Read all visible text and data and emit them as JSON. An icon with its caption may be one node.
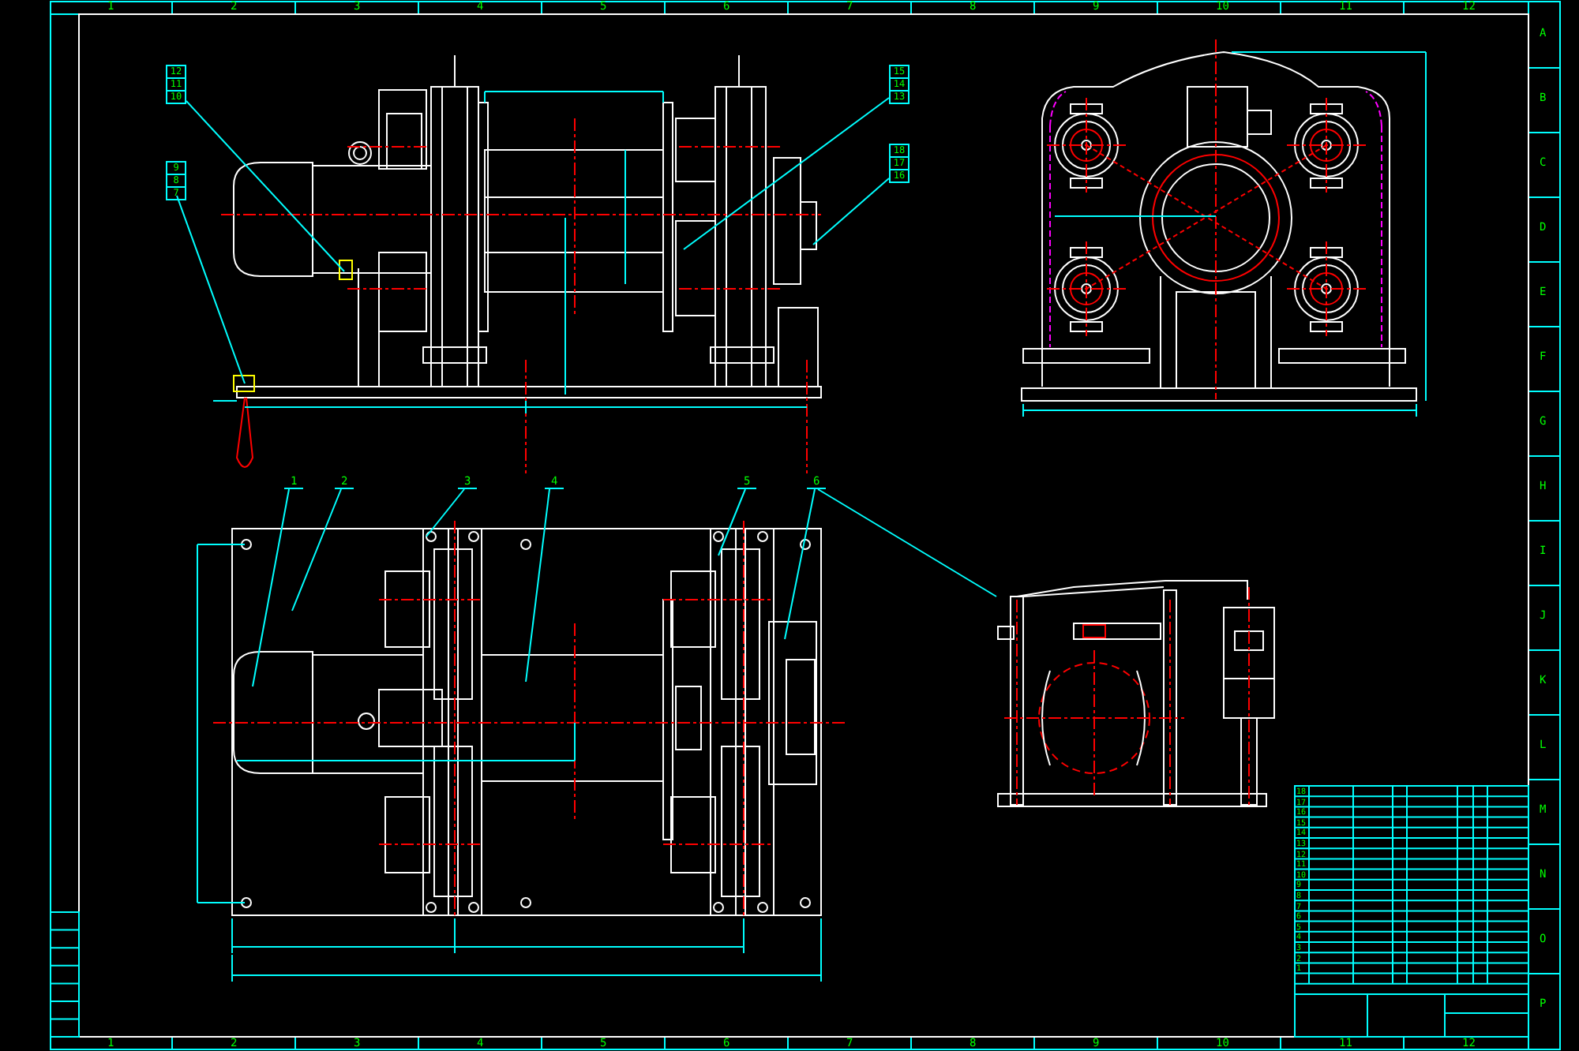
{
  "diagram": {
    "nodes": [
      {
        "text": [
          "12",
          "11",
          "10"
        ]
      },
      {
        "text": [
          "9",
          "8",
          "7"
        ]
      },
      {
        "text": [
          "15",
          "14",
          "13"
        ]
      },
      {
        "text": [
          "18",
          "17",
          "16"
        ]
      },
      {
        "text": [
          "1"
        ]
      },
      {
        "text": [
          "2"
        ]
      },
      {
        "text": [
          "3"
        ]
      },
      {
        "text": [
          "4"
        ]
      },
      {
        "text": [
          "5"
        ]
      },
      {
        "text": [
          "6"
        ]
      },
      {
        "text": [],
        "shape": "picture"
      }
    ],
    "edges": [
      {
        "from": 0,
        "to": null,
        "arrow": "none"
      },
      {
        "from": 1,
        "to": null,
        "arrow": "none"
      },
      {
        "from": 2,
        "to": null,
        "arrow": "none"
      },
      {
        "from": 3,
        "to": null,
        "arrow": "none"
      },
      {
        "from": 4,
        "to": null,
        "arrow": "none"
      },
      {
        "from": 5,
        "to": null,
        "arrow": "none"
      },
      {
        "from": 6,
        "to": null,
        "arrow": "none"
      },
      {
        "from": 7,
        "to": null,
        "arrow": "none"
      },
      {
        "from": 8,
        "to": null,
        "arrow": "none"
      },
      {
        "from": 9,
        "to": null,
        "arrow": "none"
      },
      {
        "from": 9,
        "to": 10,
        "arrow": "none"
      }
    ],
    "labels": [
      "1",
      "2",
      "3",
      "4",
      "5",
      "6",
      "7",
      "8",
      "9",
      "10",
      "11",
      "12",
      "A",
      "B",
      "C",
      "D",
      "E",
      "F",
      "G",
      "H",
      "I",
      "J",
      "K",
      "L",
      "M",
      "N",
      "O",
      "P",
      "1",
      "2",
      "3",
      "4",
      "5",
      "6",
      "7",
      "8",
      "9",
      "10",
      "11",
      "12",
      "18",
      "17",
      "16",
      "15",
      "14",
      "13",
      "12",
      "11",
      "10",
      "9",
      "8",
      "7",
      "6",
      "5",
      "4",
      "3",
      "2",
      "1"
    ]
  }
}
